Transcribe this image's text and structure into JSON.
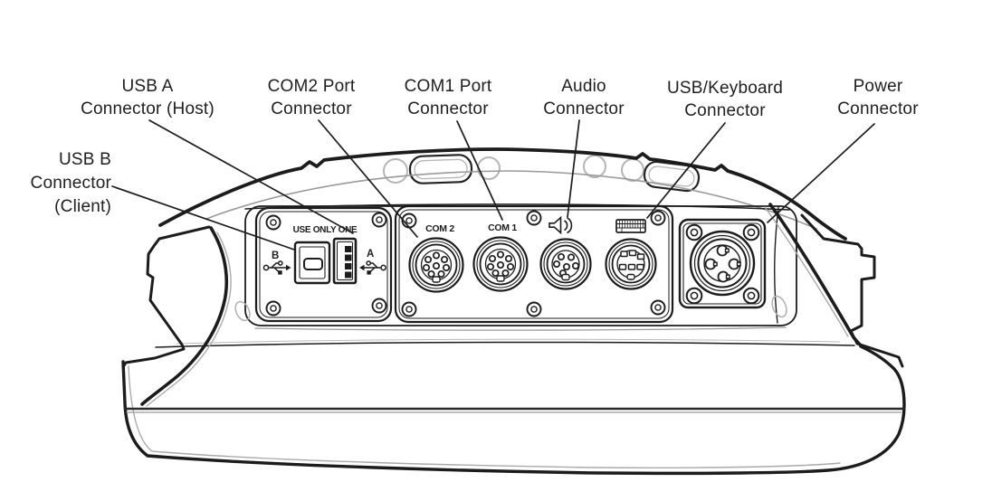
{
  "diagram": {
    "callouts": [
      {
        "id": "usb-a-host",
        "lines": [
          "USB A",
          "Connector (Host)"
        ]
      },
      {
        "id": "usb-b-client",
        "lines": [
          "USB B",
          "Connector",
          "(Client)"
        ]
      },
      {
        "id": "com2-port",
        "lines": [
          "COM2 Port",
          "Connector"
        ]
      },
      {
        "id": "com1-port",
        "lines": [
          "COM1 Port",
          "Connector"
        ]
      },
      {
        "id": "audio",
        "lines": [
          "Audio",
          "Connector"
        ]
      },
      {
        "id": "usb-keyboard",
        "lines": [
          "USB/Keyboard",
          "Connector"
        ]
      },
      {
        "id": "power",
        "lines": [
          "Power",
          "Connector"
        ]
      }
    ],
    "panel": {
      "usb_warning": "USE ONLY ONE",
      "usb_b_letter": "B",
      "usb_a_letter": "A",
      "com2_label": "COM 2",
      "com1_label": "COM 1"
    },
    "icons": [
      "speaker-icon",
      "keyboard-icon",
      "usb-symbol-b-icon",
      "usb-symbol-a-icon"
    ],
    "colors": {
      "ink": "#1c1c1c",
      "soft": "#9a9a9a"
    }
  }
}
